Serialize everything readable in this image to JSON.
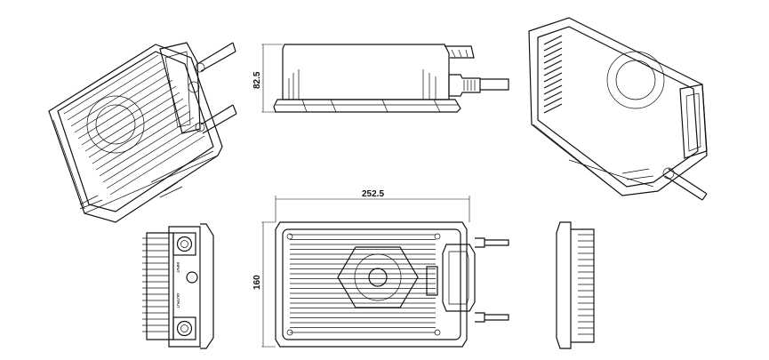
{
  "drawing": {
    "dimensions": {
      "height": "82.5",
      "length": "252.5",
      "width": "160"
    },
    "labels": {
      "input": "INPUT",
      "output": "OUTPUT"
    },
    "line_color": "#111111"
  }
}
